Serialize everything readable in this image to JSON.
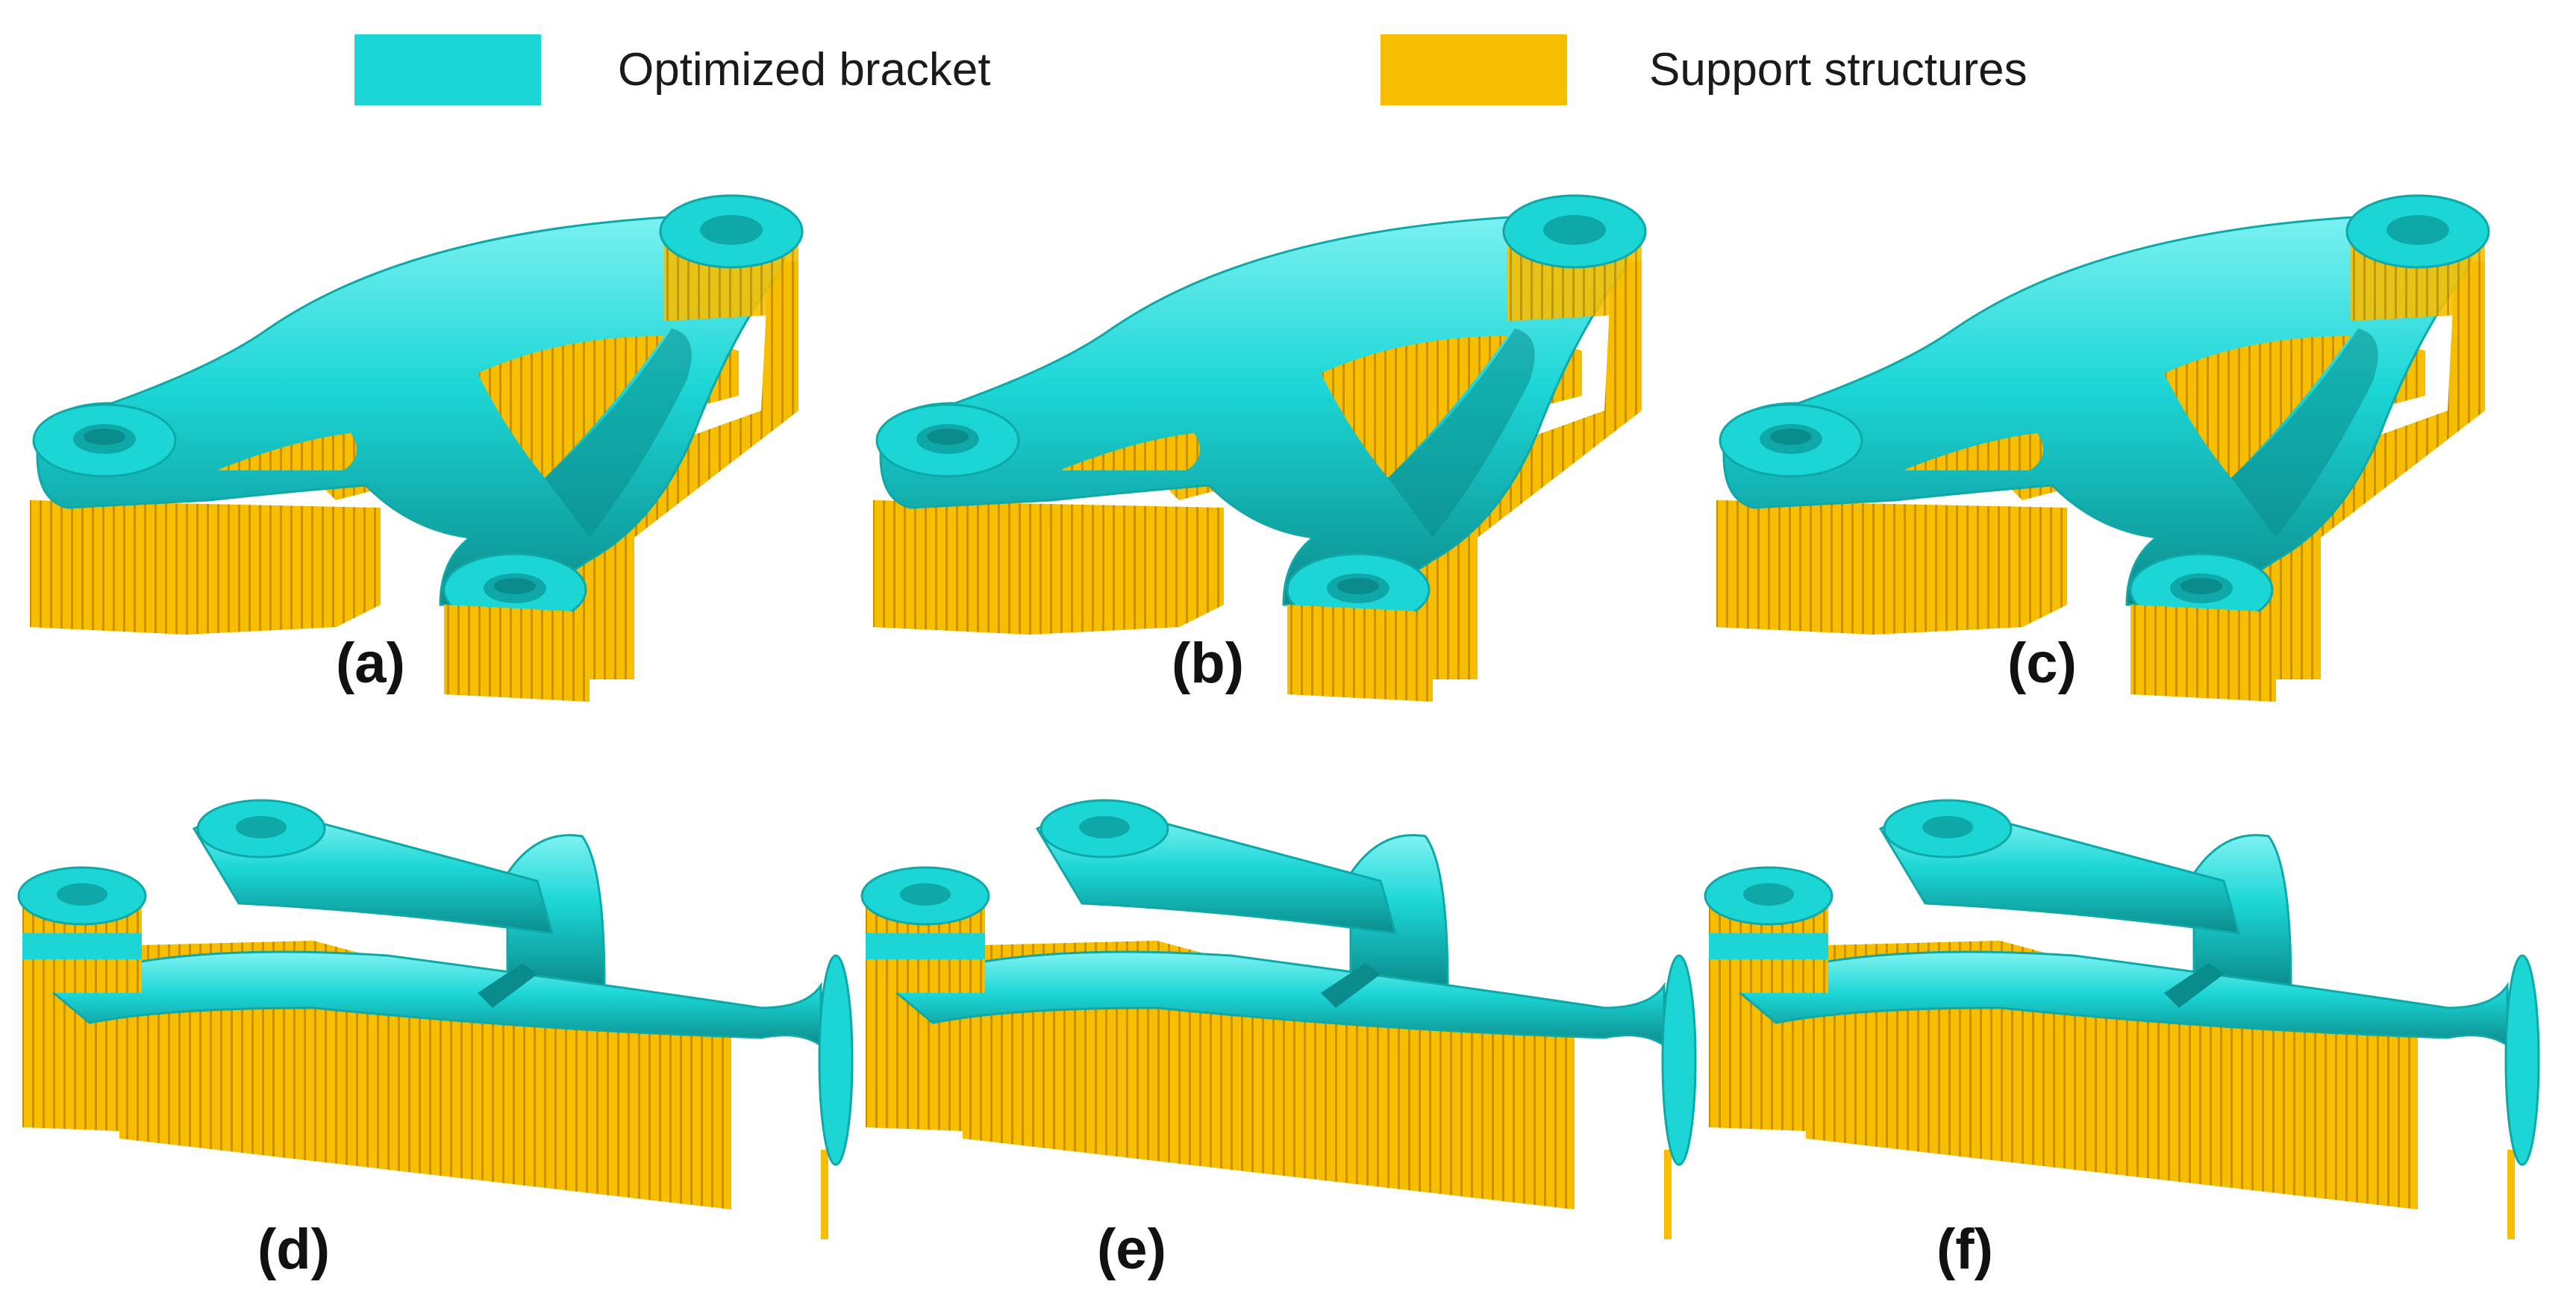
{
  "legend": [
    {
      "label": "Optimized bracket",
      "color": "#1CD6D6"
    },
    {
      "label": "Support structures",
      "color": "#F7BE00"
    }
  ],
  "colors": {
    "bracket": "#1CD6D6",
    "bracket_dark": "#0FA8A8",
    "bracket_shade": "#0B8C8C",
    "bracket_light": "#7FF2F2",
    "support": "#F7BE00",
    "support_dark": "#C78F00"
  },
  "panels": [
    {
      "label": "(a)",
      "view": "top"
    },
    {
      "label": "(b)",
      "view": "top"
    },
    {
      "label": "(c)",
      "view": "top"
    },
    {
      "label": "(d)",
      "view": "side"
    },
    {
      "label": "(e)",
      "view": "side"
    },
    {
      "label": "(f)",
      "view": "side"
    }
  ]
}
